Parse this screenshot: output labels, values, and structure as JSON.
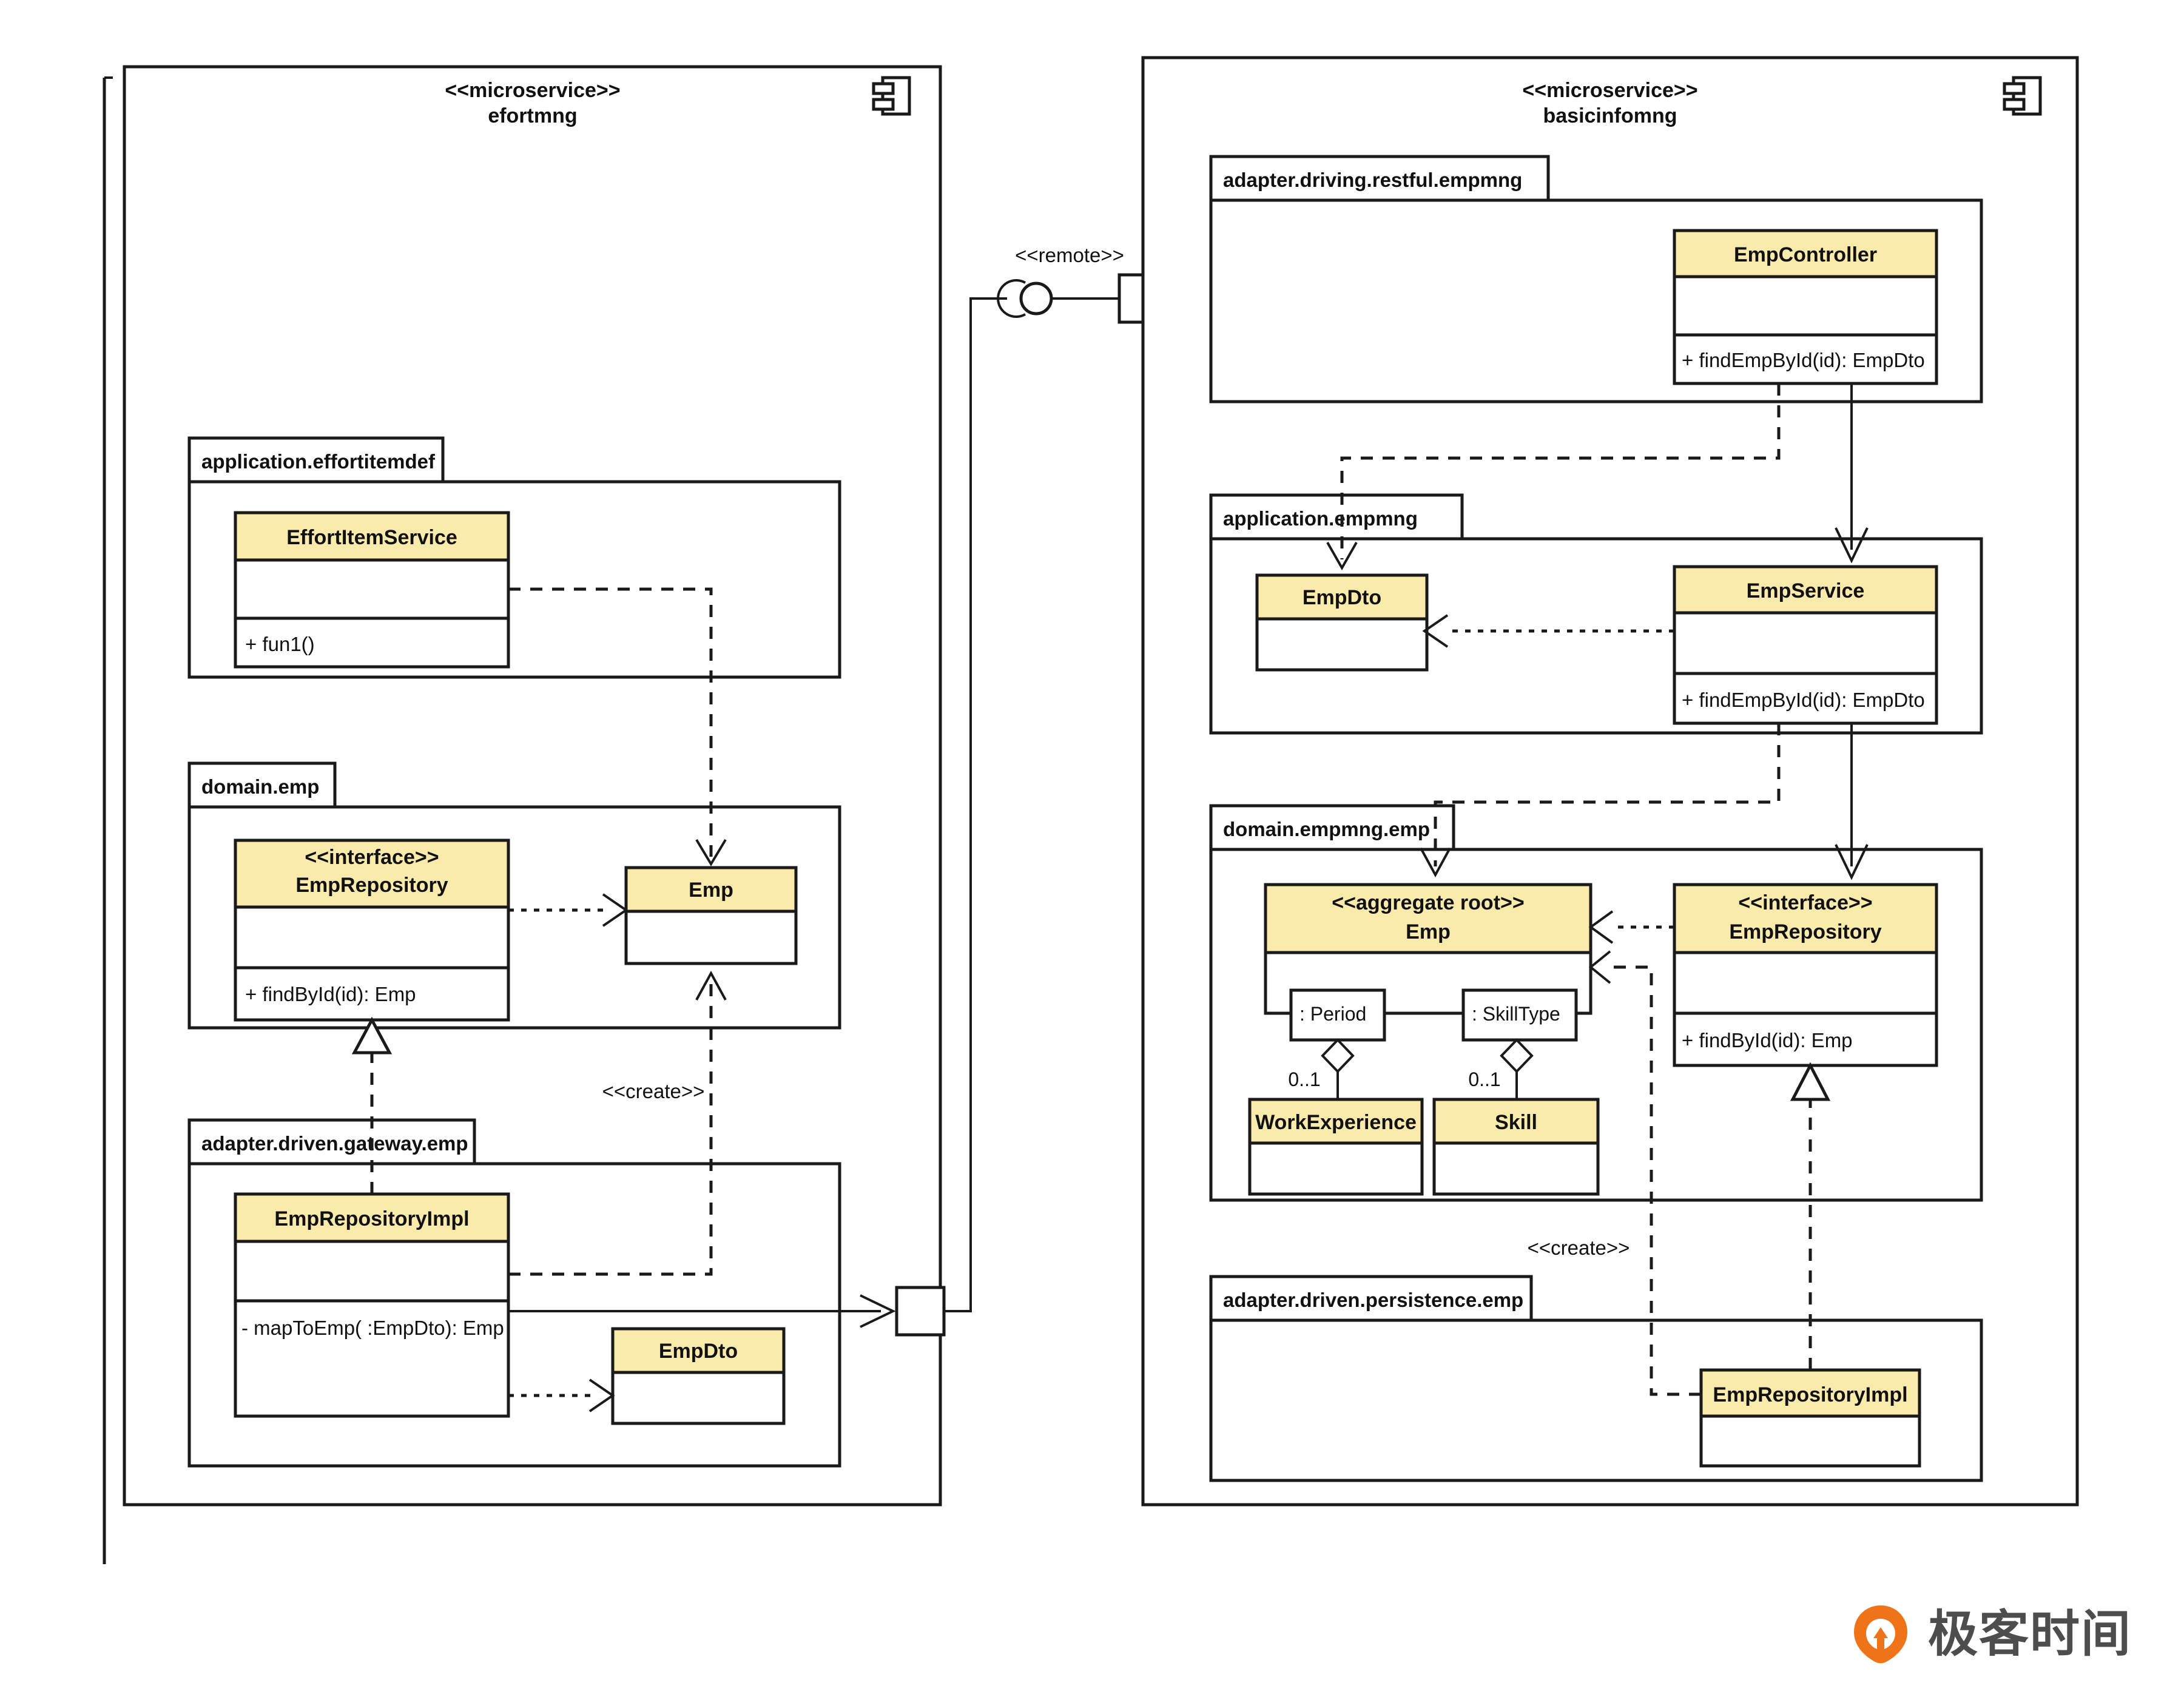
{
  "diagram": {
    "title": "Microservice hexagonal architecture class diagram",
    "accent_fill": "#faeaac",
    "line_color": "#1a1a1a"
  },
  "microservices": [
    {
      "id": "efortmng",
      "stereotype": "<<microservice>>",
      "name": "efortmng",
      "icon": "component-icon",
      "packages": [
        {
          "id": "application-effortitemdef",
          "label": "application.effortitemdef",
          "classes": [
            {
              "id": "EffortItemService",
              "name": "EffortItemService",
              "stereotype": "",
              "members": [
                "+ fun1()"
              ]
            }
          ]
        },
        {
          "id": "domain-emp",
          "label": "domain.emp",
          "classes": [
            {
              "id": "EmpRepository",
              "name": "EmpRepository",
              "stereotype": "<<interface>>",
              "members": [
                "+ findById(id): Emp"
              ]
            },
            {
              "id": "Emp",
              "name": "Emp",
              "stereotype": "",
              "members": []
            }
          ]
        },
        {
          "id": "adapter-driven-gateway-emp",
          "label": "adapter.driven.gateway.emp",
          "classes": [
            {
              "id": "EmpRepositoryImpl",
              "name": "EmpRepositoryImpl",
              "stereotype": "",
              "members": [
                "- mapToEmp( :EmpDto): Emp"
              ]
            },
            {
              "id": "EmpDto",
              "name": "EmpDto",
              "stereotype": "",
              "members": []
            }
          ]
        }
      ]
    },
    {
      "id": "basicinfomng",
      "stereotype": "<<microservice>>",
      "name": "basicinfomng",
      "icon": "component-icon",
      "packages": [
        {
          "id": "adapter-driving-restful-empmng",
          "label": "adapter.driving.restful.empmng",
          "classes": [
            {
              "id": "EmpController",
              "name": "EmpController",
              "stereotype": "",
              "members": [
                "+ findEmpById(id): EmpDto"
              ]
            }
          ]
        },
        {
          "id": "application-empmng",
          "label": "application.empmng",
          "classes": [
            {
              "id": "EmpDto2",
              "name": "EmpDto",
              "stereotype": "",
              "members": []
            },
            {
              "id": "EmpService",
              "name": "EmpService",
              "stereotype": "",
              "members": [
                "+ findEmpById(id): EmpDto"
              ]
            }
          ]
        },
        {
          "id": "domain-empmng-emp",
          "label": "domain.empmng.emp",
          "classes": [
            {
              "id": "EmpAgg",
              "name": "Emp",
              "stereotype": "<<aggregate root>>",
              "members": []
            },
            {
              "id": "EmpRepository2",
              "name": "EmpRepository",
              "stereotype": "<<interface>>",
              "members": [
                "+ findById(id): Emp"
              ]
            },
            {
              "id": "WorkExperience",
              "name": "WorkExperience",
              "stereotype": "",
              "members": []
            },
            {
              "id": "Skill",
              "name": "Skill",
              "stereotype": "",
              "members": []
            }
          ],
          "roles": [
            {
              "id": "role-period",
              "label": ": Period",
              "multiplicity": "0..1"
            },
            {
              "id": "role-skilltype",
              "label": ": SkillType",
              "multiplicity": "0..1"
            }
          ]
        },
        {
          "id": "adapter-driven-persistence-emp",
          "label": "adapter.driven.persistence.emp",
          "classes": [
            {
              "id": "EmpRepositoryImpl2",
              "name": "EmpRepositoryImpl",
              "stereotype": "",
              "members": []
            }
          ]
        }
      ]
    }
  ],
  "connector_labels": {
    "remote": "<<remote>>",
    "create_left": "<<create>>",
    "create_right": "<<create>>"
  },
  "watermark": {
    "brand_text": "极客时间",
    "mark_color": "#ef7318",
    "text_color": "#4d4d4d"
  }
}
